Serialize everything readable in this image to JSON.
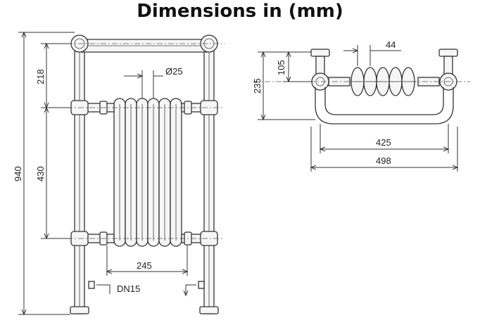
{
  "title": "Dimensions in (mm)",
  "front_view": {
    "overall_height": "940",
    "top_to_upper_valve": "218",
    "valve_centres": "430",
    "pipe_diameter": "Ø25",
    "section_width": "245",
    "connection": "DN15"
  },
  "top_view": {
    "depth": "235",
    "wall_to_centre": "105",
    "section_pitch": "44",
    "inner_width": "425",
    "outer_width": "498"
  }
}
